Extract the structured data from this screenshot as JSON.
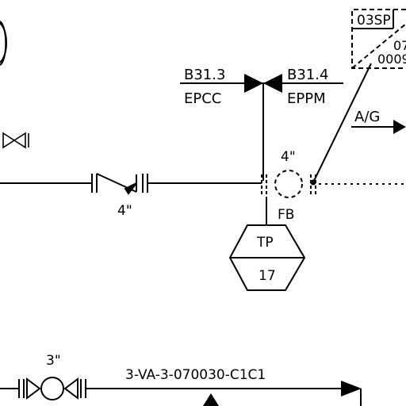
{
  "labels": {
    "spec_left_top": "B31.3",
    "spec_left_bottom": "EPCC",
    "spec_right_top": "B31.4",
    "spec_right_bottom": "EPPM",
    "pipe_size_check_valve": "4\"",
    "pipe_size_tie_in": "4\"",
    "tie_in_type": "FB",
    "instrument_top": "TP",
    "instrument_bottom": "17",
    "flag_label": "A/G",
    "box_code": "03SP",
    "box_partial_1": "07",
    "box_partial_2": "0009",
    "pipe_size_lower": "3\"",
    "line_number": "3-VA-3-070030-C1C1"
  },
  "icons": {
    "check_valve": "check-valve-icon",
    "gate_valve": "gate-valve-icon",
    "spec_break": "spec-break-icon",
    "ball_valve": "ball-valve-icon",
    "instrument_hexagon": "hexagon-icon",
    "flow_arrow": "arrow-right-icon",
    "flow_arrow_up": "arrow-up-icon"
  },
  "colors": {
    "line": "#000000",
    "background": "#ffffff"
  }
}
